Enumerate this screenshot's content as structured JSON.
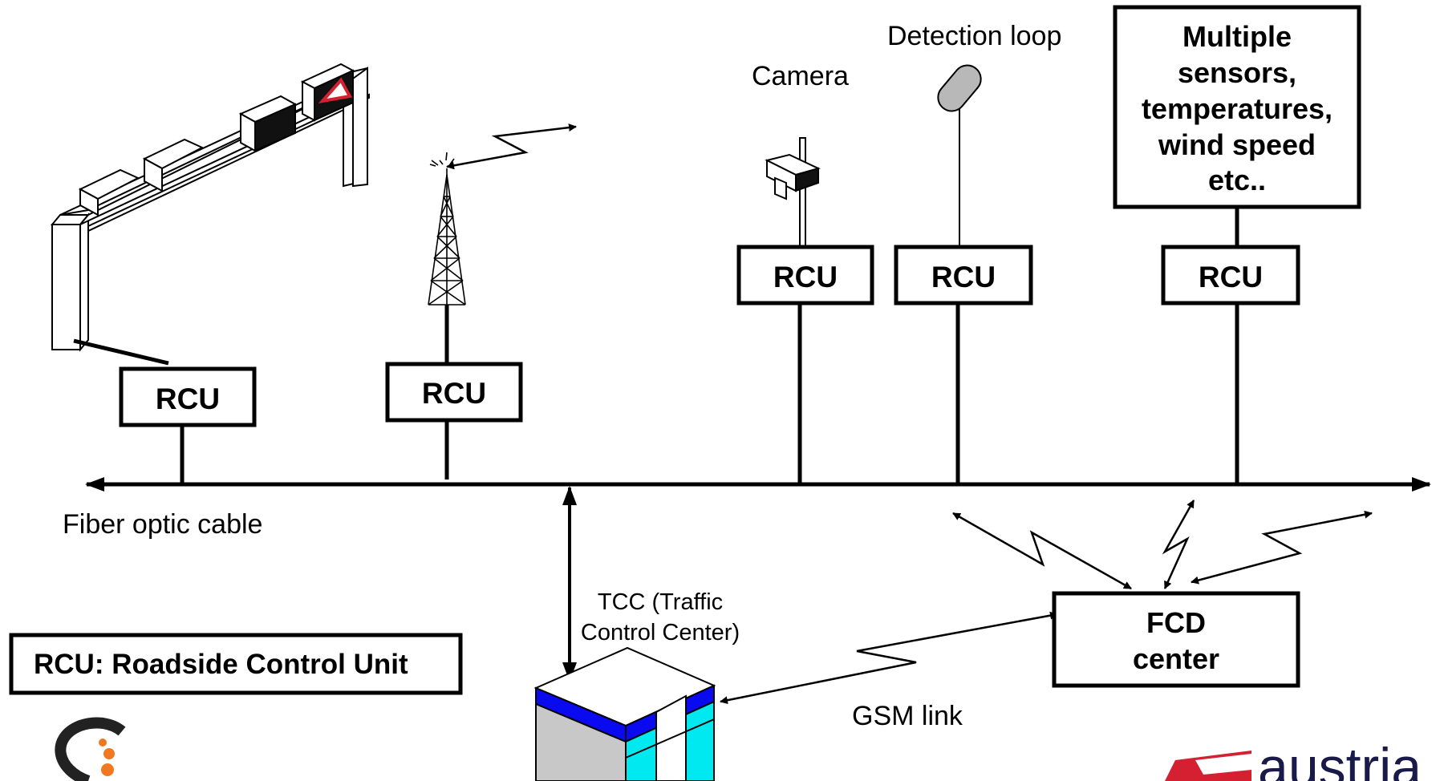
{
  "rcu_label": "RCU",
  "labels": {
    "camera": "Camera",
    "detection_loop": "Detection loop",
    "fiber_optic": "Fiber optic cable",
    "tcc_line1": "TCC (Traffic",
    "tcc_line2": "Control Center)",
    "gsm_link": "GSM link",
    "legend": "RCU:  Roadside Control Unit"
  },
  "sensors_box": [
    "Multiple",
    "sensors,",
    "temperatures,",
    "wind speed",
    "etc.."
  ],
  "fcd_box": [
    "FCD",
    "center"
  ],
  "logo_right_text": "austria",
  "colors": {
    "building_blue": "#0a0af0",
    "building_cyan": "#00e8f0",
    "building_gray": "#c8c8c8",
    "logo_orange": "#f07820",
    "logo_red": "#d42030"
  }
}
